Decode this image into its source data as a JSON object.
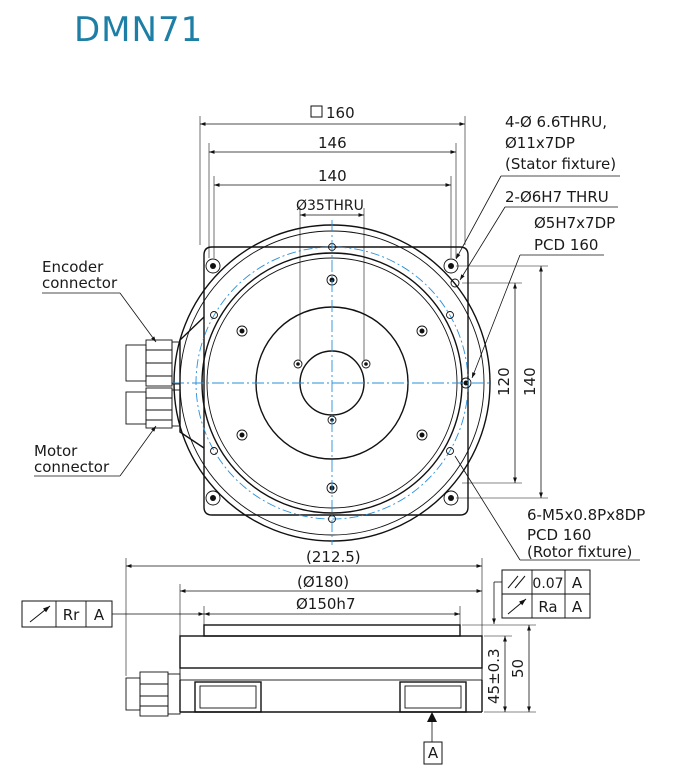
{
  "title": "DMN71",
  "dimensions": {
    "square": "160",
    "width146": "146",
    "width140": "140",
    "bore": "Ø35THRU",
    "v120": "120",
    "v140": "140",
    "overall": "(212.5)",
    "dia180": "(Ø180)",
    "dia150": "Ø150h7",
    "h45": "45±0.3",
    "h50": "50"
  },
  "callouts": {
    "stator": [
      "4-Ø 6.6THRU,",
      "Ø11x7DP",
      "(Stator fixture)"
    ],
    "pin": [
      "2-Ø6H7 THRU",
      "Ø5H7x7DP",
      "PCD 160"
    ],
    "rotor": [
      "6-M5x0.8Px8DP",
      "PCD 160",
      "(Rotor fixture)"
    ],
    "encoder": [
      "Encoder",
      "connector"
    ],
    "motor": [
      "Motor",
      "connector"
    ]
  },
  "tolerances": {
    "runout": {
      "ref1": "Rr",
      "datum": "A"
    },
    "parallel": {
      "value": "0.07",
      "datum": "A"
    },
    "axial": {
      "ref1": "Ra",
      "datum": "A"
    }
  },
  "datum": {
    "label": "A"
  }
}
